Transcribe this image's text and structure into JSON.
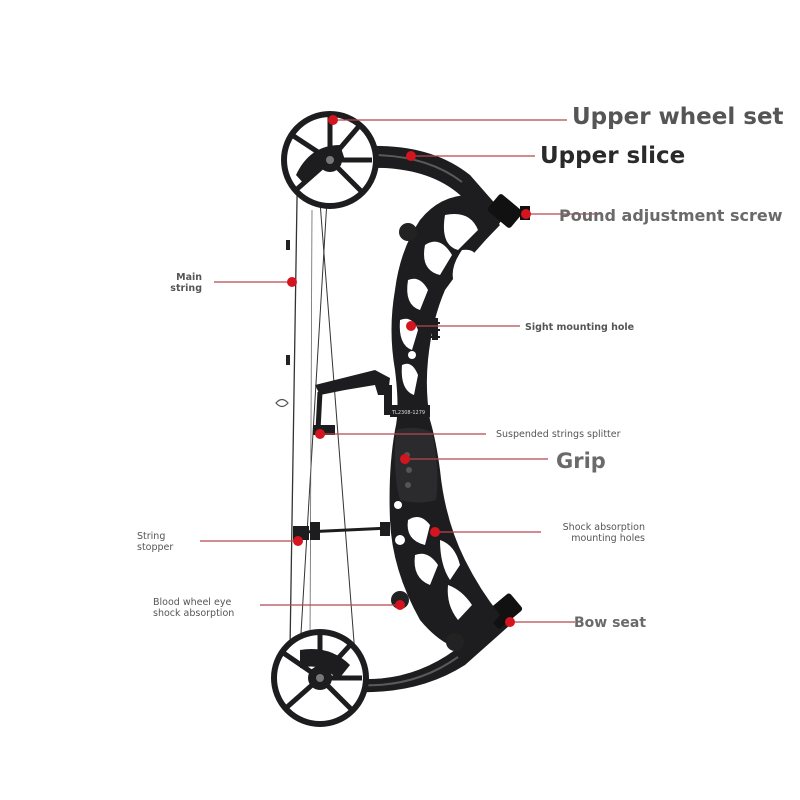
{
  "colors": {
    "leader_line": "#b5474e",
    "dot": "#d4141f",
    "bow_body": "#1d1d1f",
    "label_text": "#555555"
  },
  "labels": {
    "upper_wheel_set": "Upper wheel set",
    "upper_slice": "Upper slice",
    "pound_adjustment_screw": "Pound adjustment screw",
    "main_string_line1": "Main",
    "main_string_line2": "string",
    "sight_mounting_hole": "Sight mounting hole",
    "suspended_strings_splitter": "Suspended strings splitter",
    "grip": "Grip",
    "string_stopper_line1": "String",
    "string_stopper_line2": "stopper",
    "shock_absorption_line1": "Shock absorption",
    "shock_absorption_line2": "mounting holes",
    "blood_wheel_line1": "Blood wheel eye",
    "blood_wheel_line2": "shock absorption",
    "bow_seat": "Bow seat"
  },
  "riser_marking": "TL2308-1279"
}
